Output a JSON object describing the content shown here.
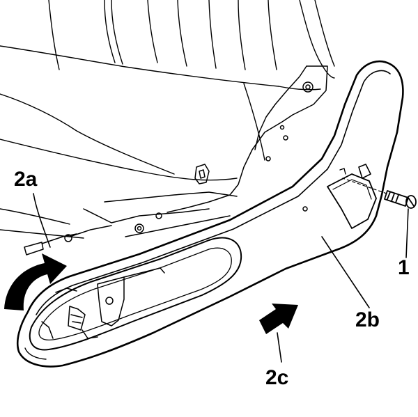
{
  "callouts": {
    "c2a": "2a",
    "c1": "1",
    "c2b": "2b",
    "c2c": "2c"
  },
  "colors": {
    "ink": "#000000",
    "paper": "#ffffff"
  }
}
